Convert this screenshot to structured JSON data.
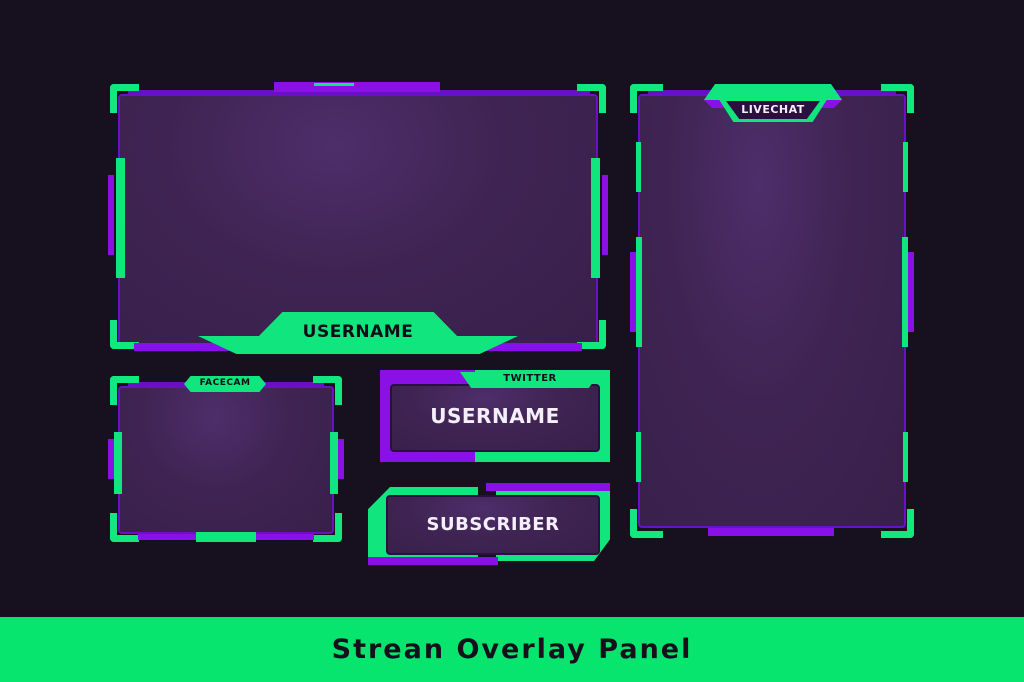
{
  "panels": {
    "main_screen": {
      "label": "USERNAME"
    },
    "livechat": {
      "label": "LIVECHAT"
    },
    "facecam": {
      "label": "FACECAM"
    },
    "twitter": {
      "tag": "TWITTER",
      "label": "USERNAME"
    },
    "subscriber": {
      "label": "SUBSCRIBER"
    }
  },
  "footer": {
    "title": "Strean Overlay Panel"
  },
  "colors": {
    "background": "#17101f",
    "accent_green": "#11e57d",
    "accent_purple": "#8a10e8",
    "screen_fill": "#3f2453",
    "footer_band": "#07e56f"
  }
}
